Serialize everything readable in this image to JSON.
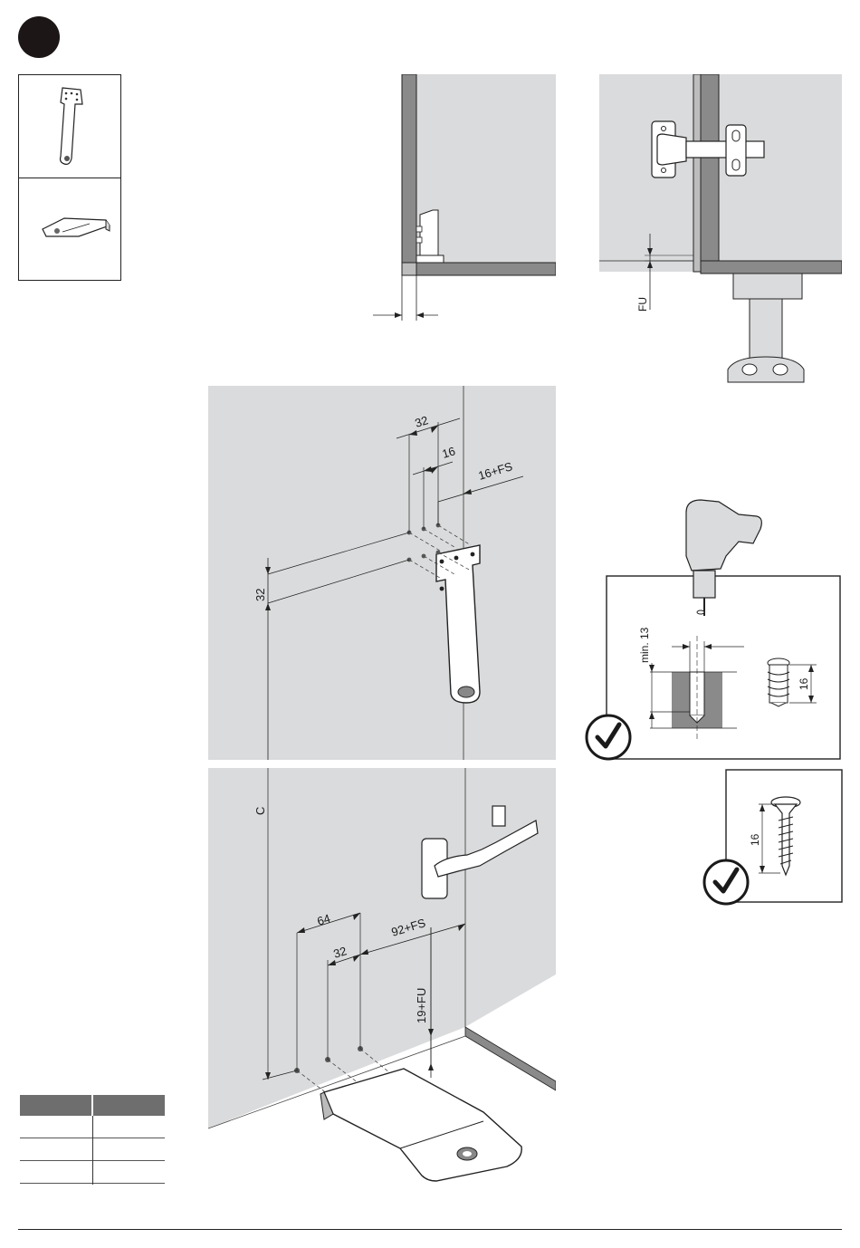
{
  "colors": {
    "panel_gray": "#dadbdc",
    "wall_gray": "#cfd0d1",
    "dark_gray": "#7b7b7b",
    "ink": "#1a1a1a",
    "step_dot": "#1c1616"
  },
  "icons": {
    "step": "step-number-circle",
    "check": "checkmark-icon",
    "drill": "drill-icon",
    "euro_screw": "euro-screw-icon",
    "wood_screw": "wood-screw-icon"
  },
  "dimensions": {
    "fu": "FU",
    "d32_top": "32",
    "d16": "16",
    "d16_fs": "16+FS",
    "d32_vertical": "32",
    "c": "C",
    "d64": "64",
    "d32_bottom": "32",
    "d92_fs": "92+FS",
    "d19_fu": "19+FU",
    "min13": "min. 13",
    "screw16_a": "16",
    "screw16_b": "16"
  }
}
